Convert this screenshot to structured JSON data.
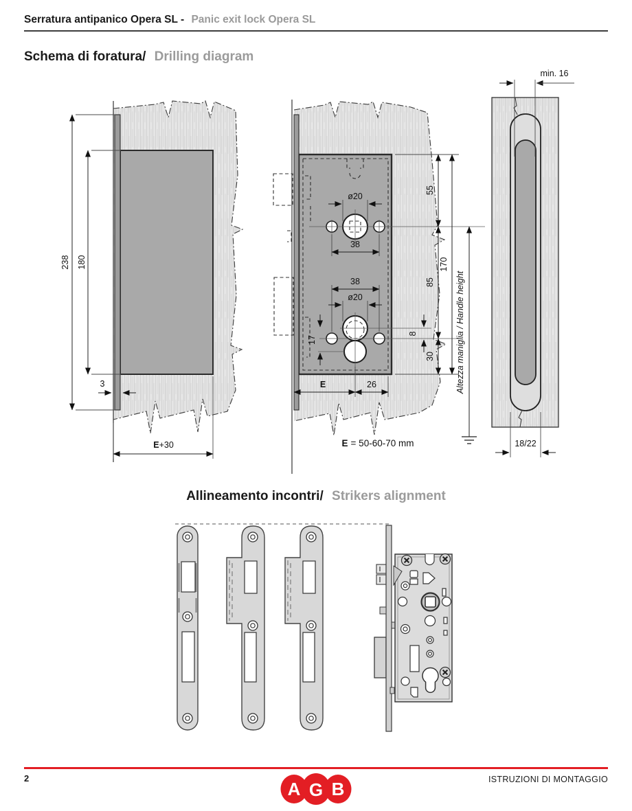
{
  "colors": {
    "accent_red": "#E31E24",
    "text_dark": "#1a1a1a",
    "text_gray": "#9a9a9a",
    "wood": "#e5e5e5",
    "pocket_gray": "#a9a9a9",
    "metal_gray": "#d8d8d8"
  },
  "header": {
    "title_it": "Serratura antipanico Opera SL -",
    "title_en": "Panic exit lock Opera SL"
  },
  "drilling": {
    "title_it": "Schema di foratura/",
    "title_en": "Drilling diagram",
    "left_view": {
      "total_height": "238",
      "pocket_height": "180",
      "faceplate_thickness": "3",
      "width_E": "E",
      "width_rest": "+30"
    },
    "front_view": {
      "handle_dia": "ø20",
      "handle_spacing": "38",
      "cyl_spacing": "38",
      "cyl_dia": "ø20",
      "cyl_centers": "17",
      "cyl_offset": "8",
      "top_to_handle": "55",
      "handle_to_cyl": "85",
      "cyl_to_bottom": "30",
      "plate_height": "170",
      "backset_label": "E",
      "edge_dist": "26",
      "note_bold": "E",
      "note_rest": "= 50-60-70 mm",
      "handle_height_label": "Altezza maniglia / Handle height"
    },
    "edge_view": {
      "min_material": "min. 16",
      "slot_width": "18/22"
    }
  },
  "strikers": {
    "title_it": "Allineamento incontri/",
    "title_en": "Strikers alignment"
  },
  "footer": {
    "page_number": "2",
    "doc_label": "ISTRUZIONI DI MONTAGGIO",
    "logo_letters": {
      "l1": "A",
      "l2": "G",
      "l3": "B"
    }
  }
}
